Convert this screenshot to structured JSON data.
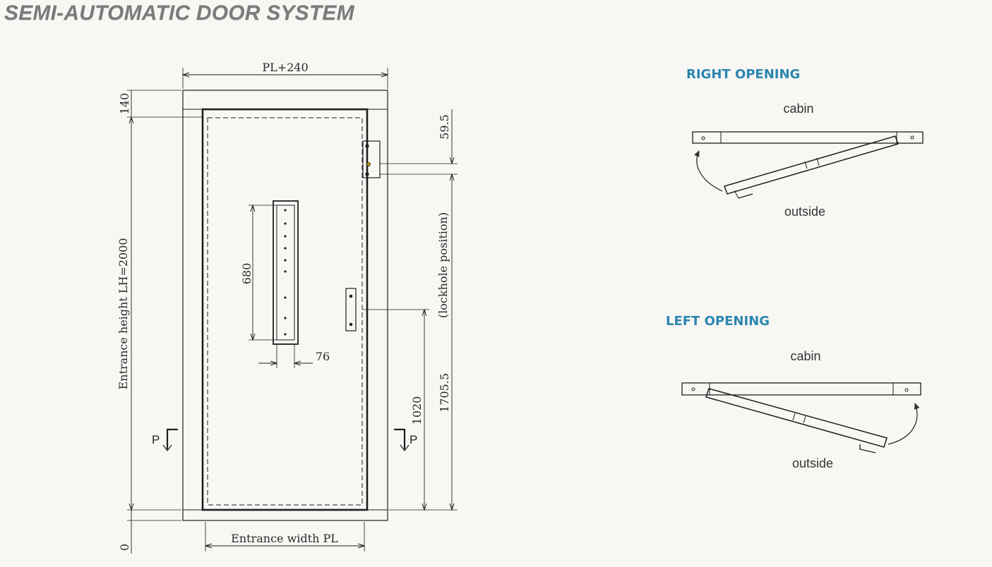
{
  "title": "SEMI-AUTOMATIC DOOR SYSTEM",
  "door_elevation": {
    "top_width": "PL+240",
    "frame_top": "140",
    "lock_offset": "59.5",
    "lockhole": "(lockhole position)",
    "window_height": "680",
    "window_width": "76",
    "entrance_height": "Entrance height LH=2000",
    "handle_height": "1020",
    "lockhole_height": "1705.5",
    "entrance_width": "Entrance width PL",
    "bottom_zero": "0",
    "section_mark_left": "P",
    "section_mark_right": "P"
  },
  "right_opening": {
    "heading": "RIGHT OPENING",
    "top_label": "cabin",
    "bottom_label": "outside"
  },
  "left_opening": {
    "heading": "LEFT OPENING",
    "top_label": "cabin",
    "bottom_label": "outside"
  },
  "colors": {
    "heading": "#2b86b0",
    "line": "#1e1e1e"
  }
}
